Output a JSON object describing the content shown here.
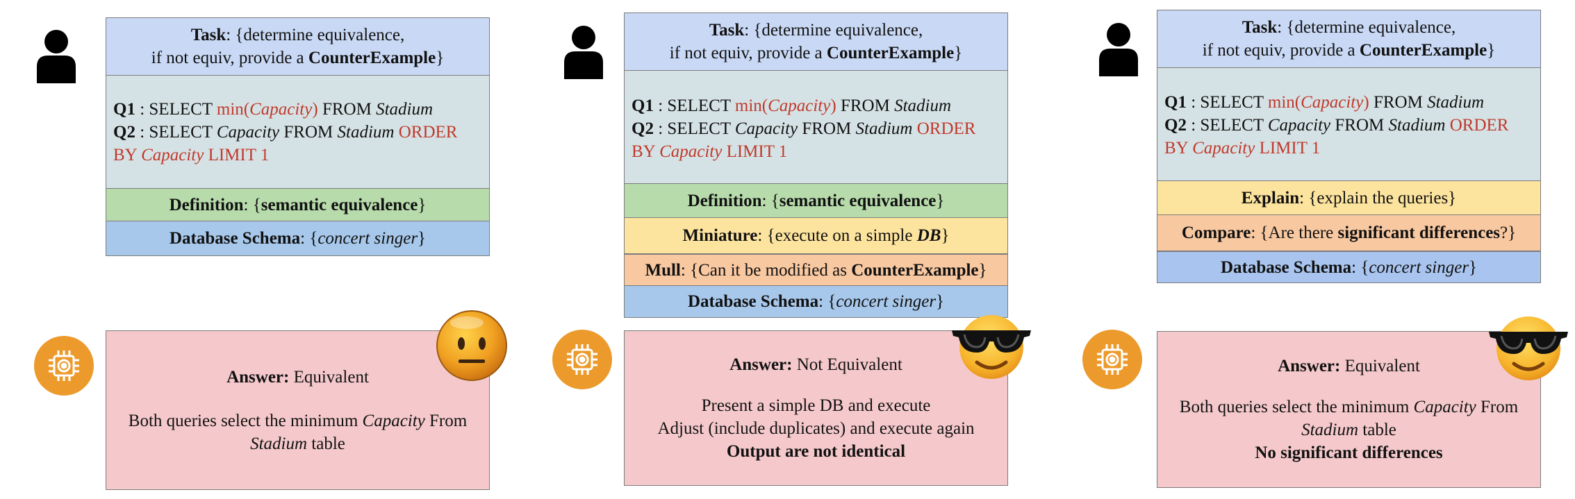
{
  "panels": [
    {
      "task": {
        "label": "Task",
        "line1": ": {determine equivalence,",
        "line2_pre": "if not equiv, provide a ",
        "line2_bold": "CounterExample",
        "line2_post": "}"
      },
      "q1": {
        "label": "Q1",
        "pre": " : SELECT ",
        "red": "min(",
        "red_i": "Capacity",
        "red_close": ")",
        "mid": " FROM ",
        "table": "Stadium"
      },
      "q2": {
        "label": "Q2",
        "pre": " : SELECT ",
        "col": "Capacity",
        "mid": " FROM ",
        "table": "Stadium",
        "red1": " ORDER",
        "red2": "BY ",
        "red2_i": "Capacity",
        "red3": " LIMIT 1"
      },
      "definition": {
        "label": "Definition",
        "pre": ": {",
        "value": "semantic equivalence",
        "post": "}"
      },
      "schema": {
        "label": "Database Schema",
        "pre": ": {",
        "value": "concert singer",
        "post": "}"
      },
      "answer": {
        "label": "Answer:",
        "value": " Equivalent",
        "body1_pre": "Both queries select the minimum ",
        "body1_i": "Capacity",
        "body1_post": " From",
        "body2_i": "Stadium",
        "body2_post": " table"
      }
    },
    {
      "task": {
        "label": "Task",
        "line1": ": {determine equivalence,",
        "line2_pre": "if not equiv, provide a ",
        "line2_bold": "CounterExample",
        "line2_post": "}"
      },
      "q1": {
        "label": "Q1",
        "pre": " : SELECT ",
        "red": "min(",
        "red_i": "Capacity",
        "red_close": ")",
        "mid": " FROM ",
        "table": "Stadium"
      },
      "q2": {
        "label": "Q2",
        "pre": " : SELECT ",
        "col": "Capacity",
        "mid": " FROM ",
        "table": "Stadium",
        "red1": " ORDER",
        "red2": "BY ",
        "red2_i": "Capacity",
        "red3": " LIMIT 1"
      },
      "definition": {
        "label": "Definition",
        "pre": ": {",
        "value": "semantic equivalence",
        "post": "}"
      },
      "miniature": {
        "label": "Miniature",
        "pre": ": {execute on a simple ",
        "value": "DB",
        "post": "}"
      },
      "mull": {
        "label": "Mull",
        "pre": ": {Can it be modified as ",
        "value": "CounterExample",
        "post": "}"
      },
      "schema": {
        "label": "Database Schema",
        "pre": ": {",
        "value": "concert singer",
        "post": "}"
      },
      "answer": {
        "label": "Answer:",
        "value": " Not Equivalent",
        "line1": "Present a simple DB and execute",
        "line2": "Adjust (include duplicates) and execute again",
        "line3": "Output are not identical"
      }
    },
    {
      "task": {
        "label": "Task",
        "line1": ": {determine equivalence,",
        "line2_pre": "if not equiv, provide a ",
        "line2_bold": "CounterExample",
        "line2_post": "}"
      },
      "q1": {
        "label": "Q1",
        "pre": " : SELECT ",
        "red": "min(",
        "red_i": "Capacity",
        "red_close": ")",
        "mid": " FROM ",
        "table": "Stadium"
      },
      "q2": {
        "label": "Q2",
        "pre": " : SELECT ",
        "col": "Capacity",
        "mid": " FROM ",
        "table": "Stadium",
        "red1": " ORDER",
        "red2": "BY ",
        "red2_i": "Capacity",
        "red3": " LIMIT 1"
      },
      "explain": {
        "label": "Explain",
        "value": ": {explain the queries}"
      },
      "compare": {
        "label": "Compare",
        "pre": ": {Are there ",
        "value": "significant differences",
        "post": "?}"
      },
      "schema": {
        "label": "Database Schema",
        "pre": ": {",
        "value": "concert singer",
        "post": "}"
      },
      "answer": {
        "label": "Answer:",
        "value": " Equivalent",
        "body1_pre": "Both queries select the minimum ",
        "body1_i": "Capacity",
        "body1_post": " From",
        "body2_i": "Stadium",
        "body2_post": " table",
        "line3": "No significant differences"
      }
    }
  ],
  "colors": {
    "task": "#c9d9f5",
    "queries": "#d5e2e5",
    "definition": "#b7dbab",
    "schema": "#a7c8eb",
    "miniature": "#fde49e",
    "mull": "#f8c8a1",
    "answer": "#f5c9cb",
    "bot": "#ec9a2b",
    "sql_keyword": "#c0392b"
  },
  "icons": [
    "user-icon",
    "chip-bot-icon",
    "neutral-face-emoji",
    "sunglasses-face-emoji"
  ]
}
